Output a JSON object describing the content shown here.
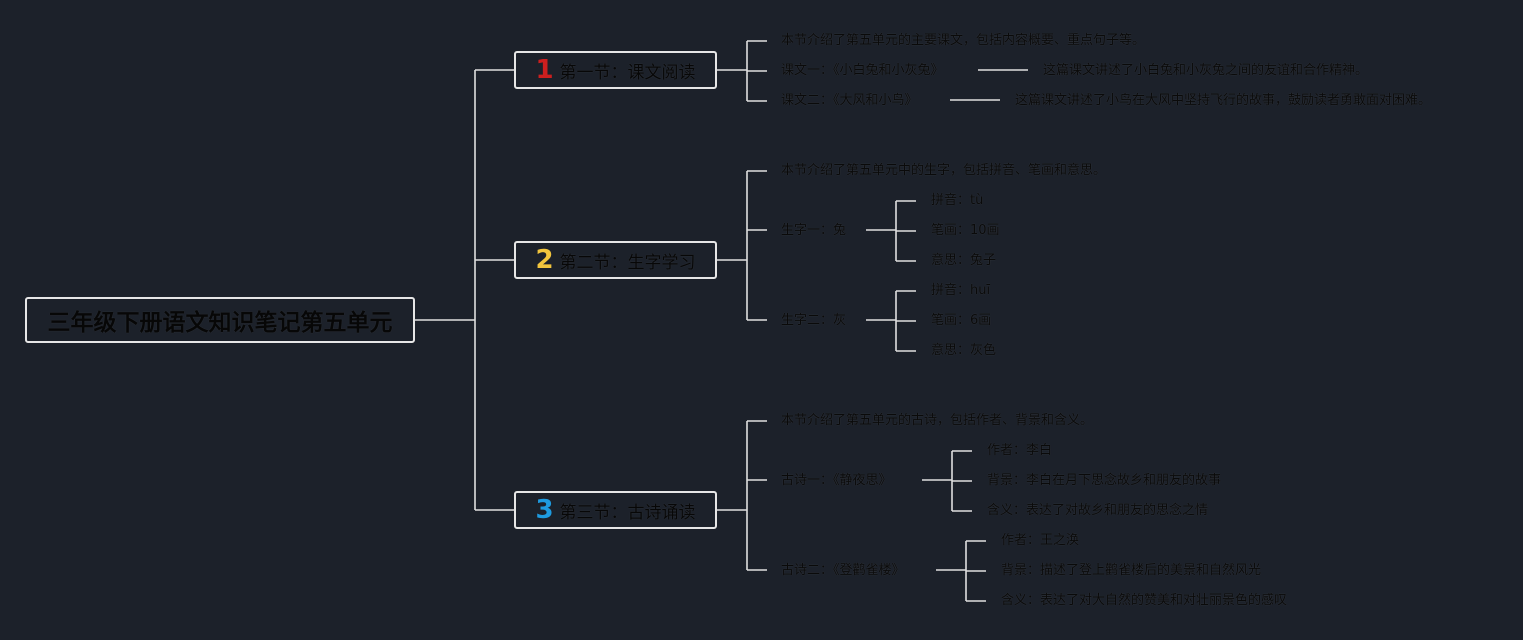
{
  "mindmap": {
    "root": "三年级下册语文知识笔记第五单元",
    "sections": [
      {
        "number": "1",
        "number_color": "#cc1f1f",
        "title": "第一节：课文阅读",
        "summary": "本节介绍了第五单元的主要课文，包括内容概要、重点句子等。",
        "items": [
          {
            "label": "课文一：《小白兔和小灰兔》",
            "detail": "这篇课文讲述了小白兔和小灰兔之间的友谊和合作精神。"
          },
          {
            "label": "课文二：《大风和小鸟》",
            "detail": "这篇课文讲述了小鸟在大风中坚持飞行的故事，鼓励读者勇敢面对困难。"
          }
        ]
      },
      {
        "number": "2",
        "number_color": "#f2c53d",
        "title": "第二节：生字学习",
        "summary": "本节介绍了第五单元中的生字，包括拼音、笔画和意思。",
        "items": [
          {
            "label": "生字一：兔",
            "details": [
              "拼音：tù",
              "笔画：10画",
              "意思：兔子"
            ]
          },
          {
            "label": "生字二：灰",
            "details": [
              "拼音：huī",
              "笔画：6画",
              "意思：灰色"
            ]
          }
        ]
      },
      {
        "number": "3",
        "number_color": "#1e9be0",
        "title": "第三节：古诗诵读",
        "summary": "本节介绍了第五单元的古诗，包括作者、背景和含义。",
        "items": [
          {
            "label": "古诗一：《静夜思》",
            "details": [
              "作者：李白",
              "背景：李白在月下思念故乡和朋友的故事",
              "含义：表达了对故乡和朋友的思念之情"
            ]
          },
          {
            "label": "古诗二：《登鹳雀楼》",
            "details": [
              "作者：王之涣",
              "背景：描述了登上鹳雀楼后的美景和自然风光",
              "含义：表达了对大自然的赞美和对壮丽景色的感叹"
            ]
          }
        ]
      }
    ]
  },
  "colors": {
    "background": "#1c212a",
    "line": "#e6e6e6",
    "text": "#0a0a0a"
  }
}
